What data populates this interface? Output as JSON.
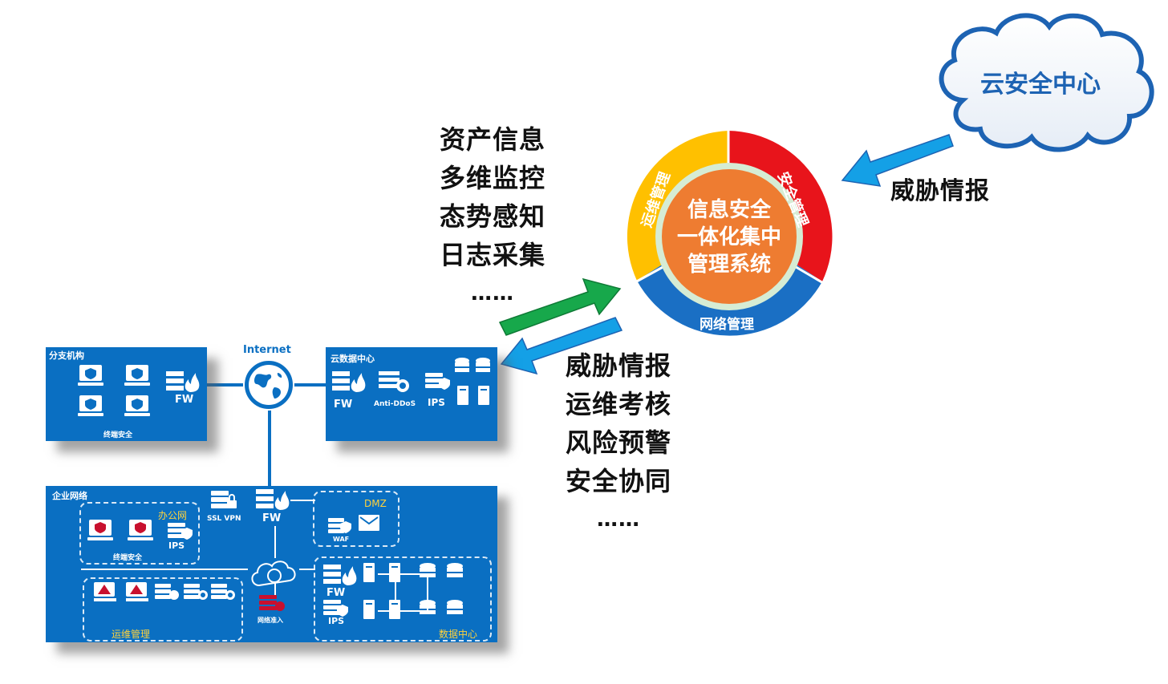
{
  "cloud": {
    "label": "云安全中心"
  },
  "right_arrow_label": "威胁情报",
  "center": {
    "lines": [
      "信息安全",
      "一体化集中",
      "管理系统"
    ],
    "color": "#ee7c31"
  },
  "ring": {
    "security": "安全管理",
    "ops": "运维管理",
    "network": "网络管理"
  },
  "upper_list": [
    "资产信息",
    "多维监控",
    "态势感知",
    "日志采集",
    "……"
  ],
  "lower_list": [
    "威胁情报",
    "运维考核",
    "风险预警",
    "安全协同",
    "……"
  ],
  "branch": {
    "title": "分支机构",
    "fw": "FW",
    "terminal": "终端安全"
  },
  "internet": {
    "label": "Internet"
  },
  "cloud_dc": {
    "title": "云数据中心",
    "fw": "FW",
    "ddos": "Anti-DDoS",
    "ips": "IPS"
  },
  "enterprise": {
    "title": "企业网络",
    "sslvpn": "SSL VPN",
    "fw": "FW",
    "dmz": "DMZ",
    "waf": "WAF",
    "office": "办公网",
    "ips": "IPS",
    "terminal": "终端安全",
    "ops": "运维管理",
    "access": "网络准入",
    "datacenter": "数据中心",
    "dc_fw": "FW",
    "dc_ips": "IPS"
  },
  "colors": {
    "panel_blue": "#0a6fc2",
    "security_red": "#e8141b",
    "ops_yellow": "#ffc000",
    "network_blue": "#1a6fc4",
    "arrow_green": "#17a84b",
    "arrow_blue": "#14a0e6"
  }
}
